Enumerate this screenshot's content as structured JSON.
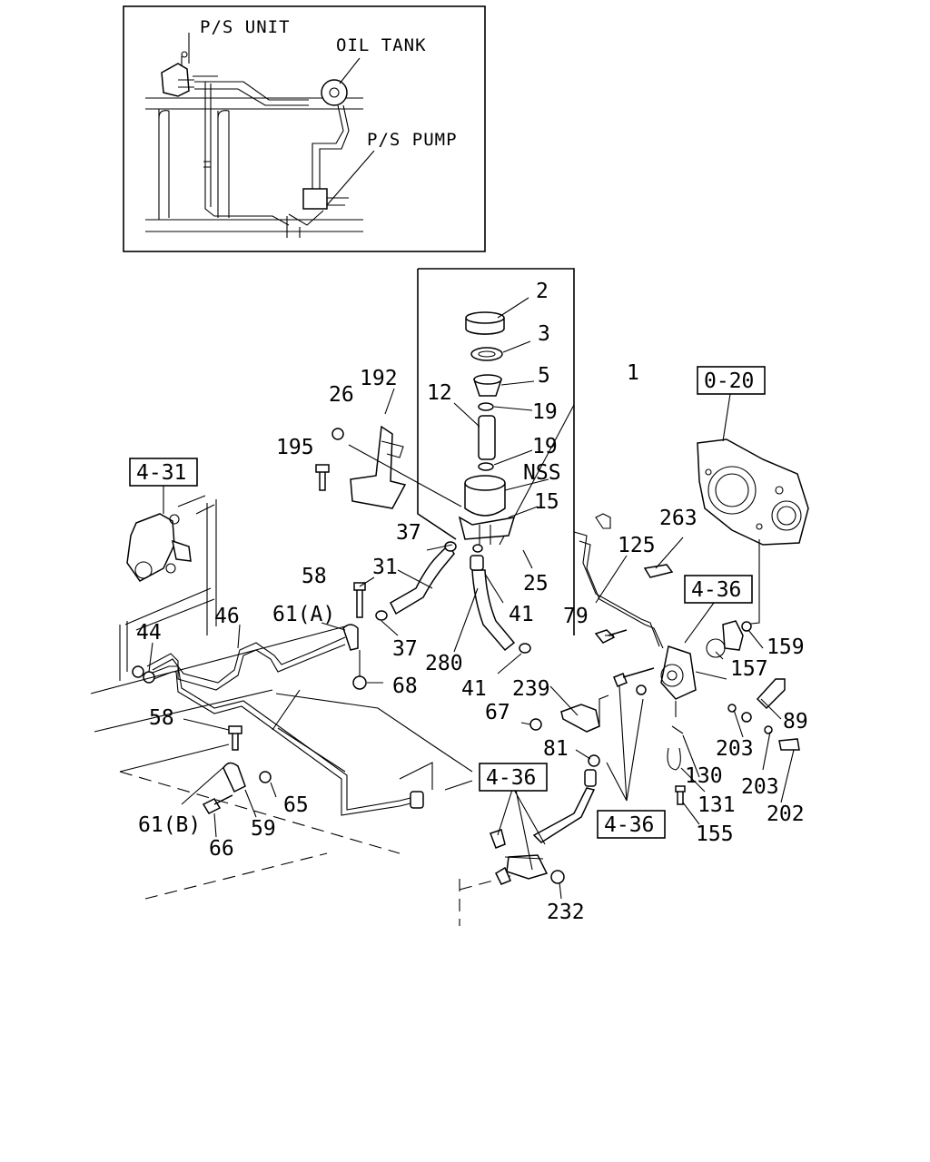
{
  "inset": {
    "labels": [
      "P/S UNIT",
      "OIL TANK",
      "P/S PUMP"
    ]
  },
  "part_numbers": {
    "p1": "1",
    "p2": "2",
    "p3": "3",
    "p5": "5",
    "p12": "12",
    "p19a": "19",
    "p19b": "19",
    "nss": "NSS",
    "p15": "15",
    "p26": "26",
    "p192": "192",
    "p195": "195",
    "p37a": "37",
    "p37b": "37",
    "p25": "25",
    "p31": "31",
    "p41a": "41",
    "p41b": "41",
    "p58a": "58",
    "p58b": "58",
    "p61a": "61(A)",
    "p61b": "61(B)",
    "p280": "280",
    "p68": "68",
    "p46": "46",
    "p44": "44",
    "p65": "65",
    "p59": "59",
    "p66": "66",
    "p232": "232",
    "p125": "125",
    "p263": "263",
    "p79": "79",
    "p159": "159",
    "p157": "157",
    "p239": "239",
    "p67": "67",
    "p81": "81",
    "p203a": "203",
    "p203b": "203",
    "p89": "89",
    "p130": "130",
    "p131": "131",
    "p155": "155",
    "p202": "202"
  },
  "references": {
    "r020": "0-20",
    "r431": "4-31",
    "r436a": "4-36",
    "r436b": "4-36",
    "r436c": "4-36"
  }
}
